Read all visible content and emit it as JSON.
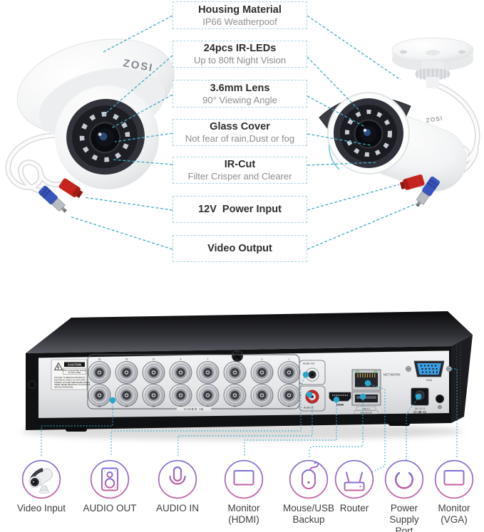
{
  "brand": "ZOSI",
  "callouts": [
    {
      "title": "Housing Material",
      "subtitle": "IP66 Weatherpoof"
    },
    {
      "title": "24pcs IR-LEDs",
      "subtitle": "Up to 80ft Night Vision"
    },
    {
      "title": "3.6mm Lens",
      "subtitle": "90° Viewing Angle"
    },
    {
      "title": "Glass Cover",
      "subtitle": "Not fear of rain,Dust or fog"
    },
    {
      "title": "IR-Cut",
      "subtitle": "Filter Crisper and Clearer"
    },
    {
      "title": "12V  Power Input",
      "subtitle": ""
    },
    {
      "title": "Video Output",
      "subtitle": ""
    }
  ],
  "dvr": {
    "caution": {
      "header": "CAUTION",
      "sub1": "RISK OF ELECTRIC SHOCK",
      "sub2": "DO NOT OPEN",
      "body1": "CAUTION: TO REDUCE THE RISK OF",
      "body2": "ELECTRICAL SHOCK, DO NOT OPEN",
      "body3": "COVERS. NO USER SERVICEABLE PARTS",
      "body4": "INSIDE. REFER SERVICING TO QUALIFIED",
      "body5": "SERVICE PERSONNEL."
    },
    "video_in": "VIDEO IN",
    "bnc_top": [
      "15",
      "13",
      "11",
      "9",
      "7",
      "5",
      "3",
      "1"
    ],
    "bnc_bottom": [
      "16",
      "14",
      "12",
      "10",
      "8",
      "6",
      "4",
      "2"
    ],
    "audio_out": "Audio out",
    "audio_in": "Audio in",
    "hdmi": "HDMI",
    "network": "NETWORK",
    "usb": "USB 2.0",
    "usb_mouse": "USB MOUSE",
    "vga": "VGA",
    "dc": "DC 12 V"
  },
  "legend": [
    {
      "label": "Video Input",
      "icon": "bullet-camera"
    },
    {
      "label": "AUDIO OUT",
      "icon": "speaker"
    },
    {
      "label": "AUDIO IN",
      "icon": "microphone"
    },
    {
      "label": "Monitor\n(HDMI)",
      "icon": "monitor"
    },
    {
      "label": "Mouse/USB\nBackup",
      "icon": "mouse"
    },
    {
      "label": "Router",
      "icon": "router"
    },
    {
      "label": "Power\nSupply\nPort",
      "icon": "power"
    },
    {
      "label": "Monitor\n(VGA)",
      "icon": "monitor"
    }
  ],
  "colors": {
    "leader_line": "#43aac2",
    "connector_dot": "#29a6cc",
    "box_border": "#a9d6e2",
    "accent_purple": "#7f6fd6",
    "accent_pink": "#c360a4",
    "vga_blue": "#3d9fe3",
    "rca_red": "#c7292b",
    "power_plug_red": "#c6251f",
    "bnc_plug_blue": "#3956bd"
  }
}
